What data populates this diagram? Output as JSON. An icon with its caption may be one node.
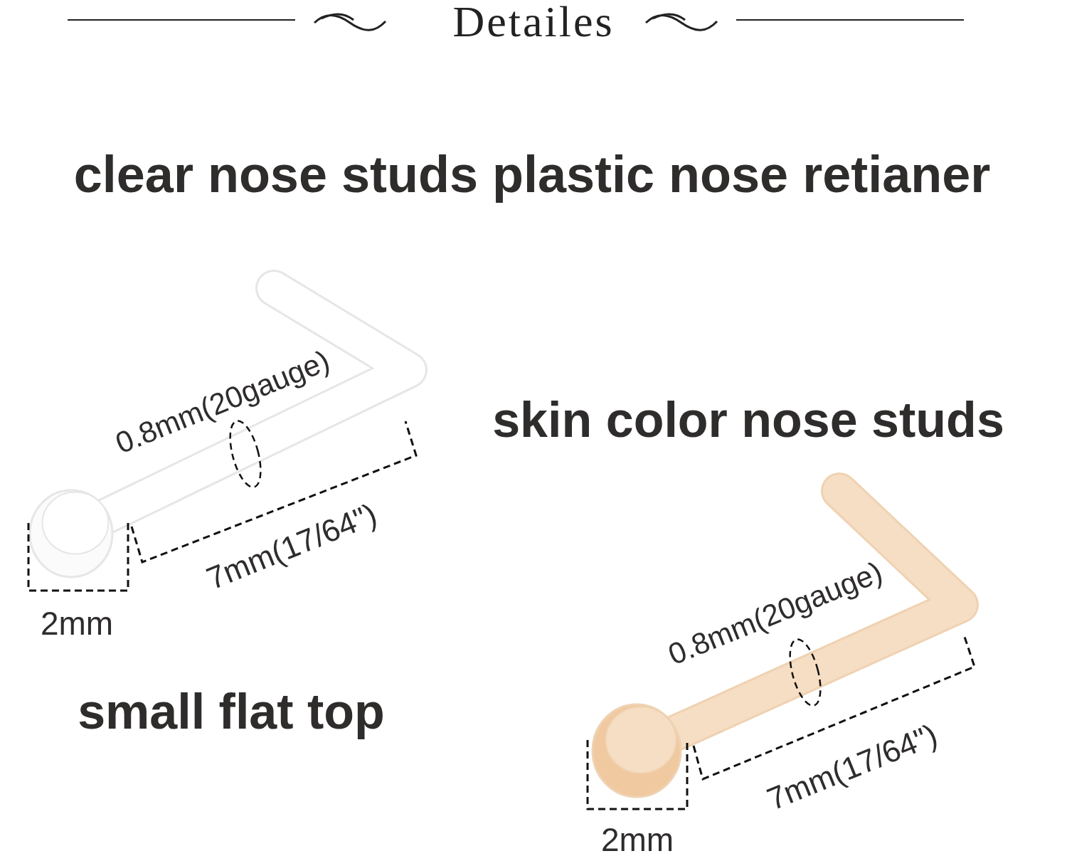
{
  "diagram": {
    "title": "Detailes",
    "labels": [
      "clear nose studs plastic nose retianer",
      "0.8mm(20gauge)",
      "7mm(17/64\")",
      "2mm",
      "skin color nose studs",
      "small flat top",
      "0.8mm(20gauge)",
      "7mm(17/64\")",
      "2mm"
    ]
  }
}
